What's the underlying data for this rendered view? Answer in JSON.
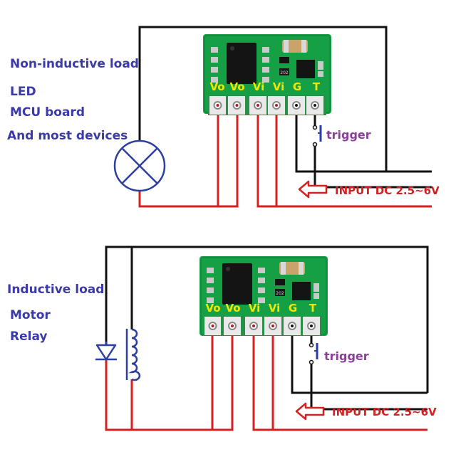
{
  "top_circuit": {
    "load_labels": [
      "Non-inductive load",
      "LED",
      "MCU board",
      "And most devices"
    ],
    "pin_labels": [
      "Vo",
      "Vo",
      "Vi",
      "Vi",
      "G",
      "T"
    ],
    "chip_marking": "202",
    "trigger_label": "trigger",
    "input_label": "INPUT DC 2.5~6V"
  },
  "bottom_circuit": {
    "load_labels": [
      "Inductive load",
      "Motor",
      "Relay"
    ],
    "pin_labels": [
      "Vo",
      "Vo",
      "Vi",
      "Vi",
      "G",
      "T"
    ],
    "chip_marking": "202",
    "trigger_label": "trigger",
    "input_label": "INPUT DC 2.5~6V"
  },
  "colors": {
    "label_blue": "#3a3aa8",
    "trigger_purple": "#8a3f9a",
    "input_red": "#d42020",
    "wire_red": "#d42020",
    "wire_black": "#111111",
    "pcb_green": "#16a045",
    "pin_yellow": "#f2e600"
  },
  "icons": [
    "lamp-icon",
    "diode-icon",
    "coil-icon",
    "push-button-icon",
    "left-arrow-icon",
    "ic-chip-icon"
  ]
}
